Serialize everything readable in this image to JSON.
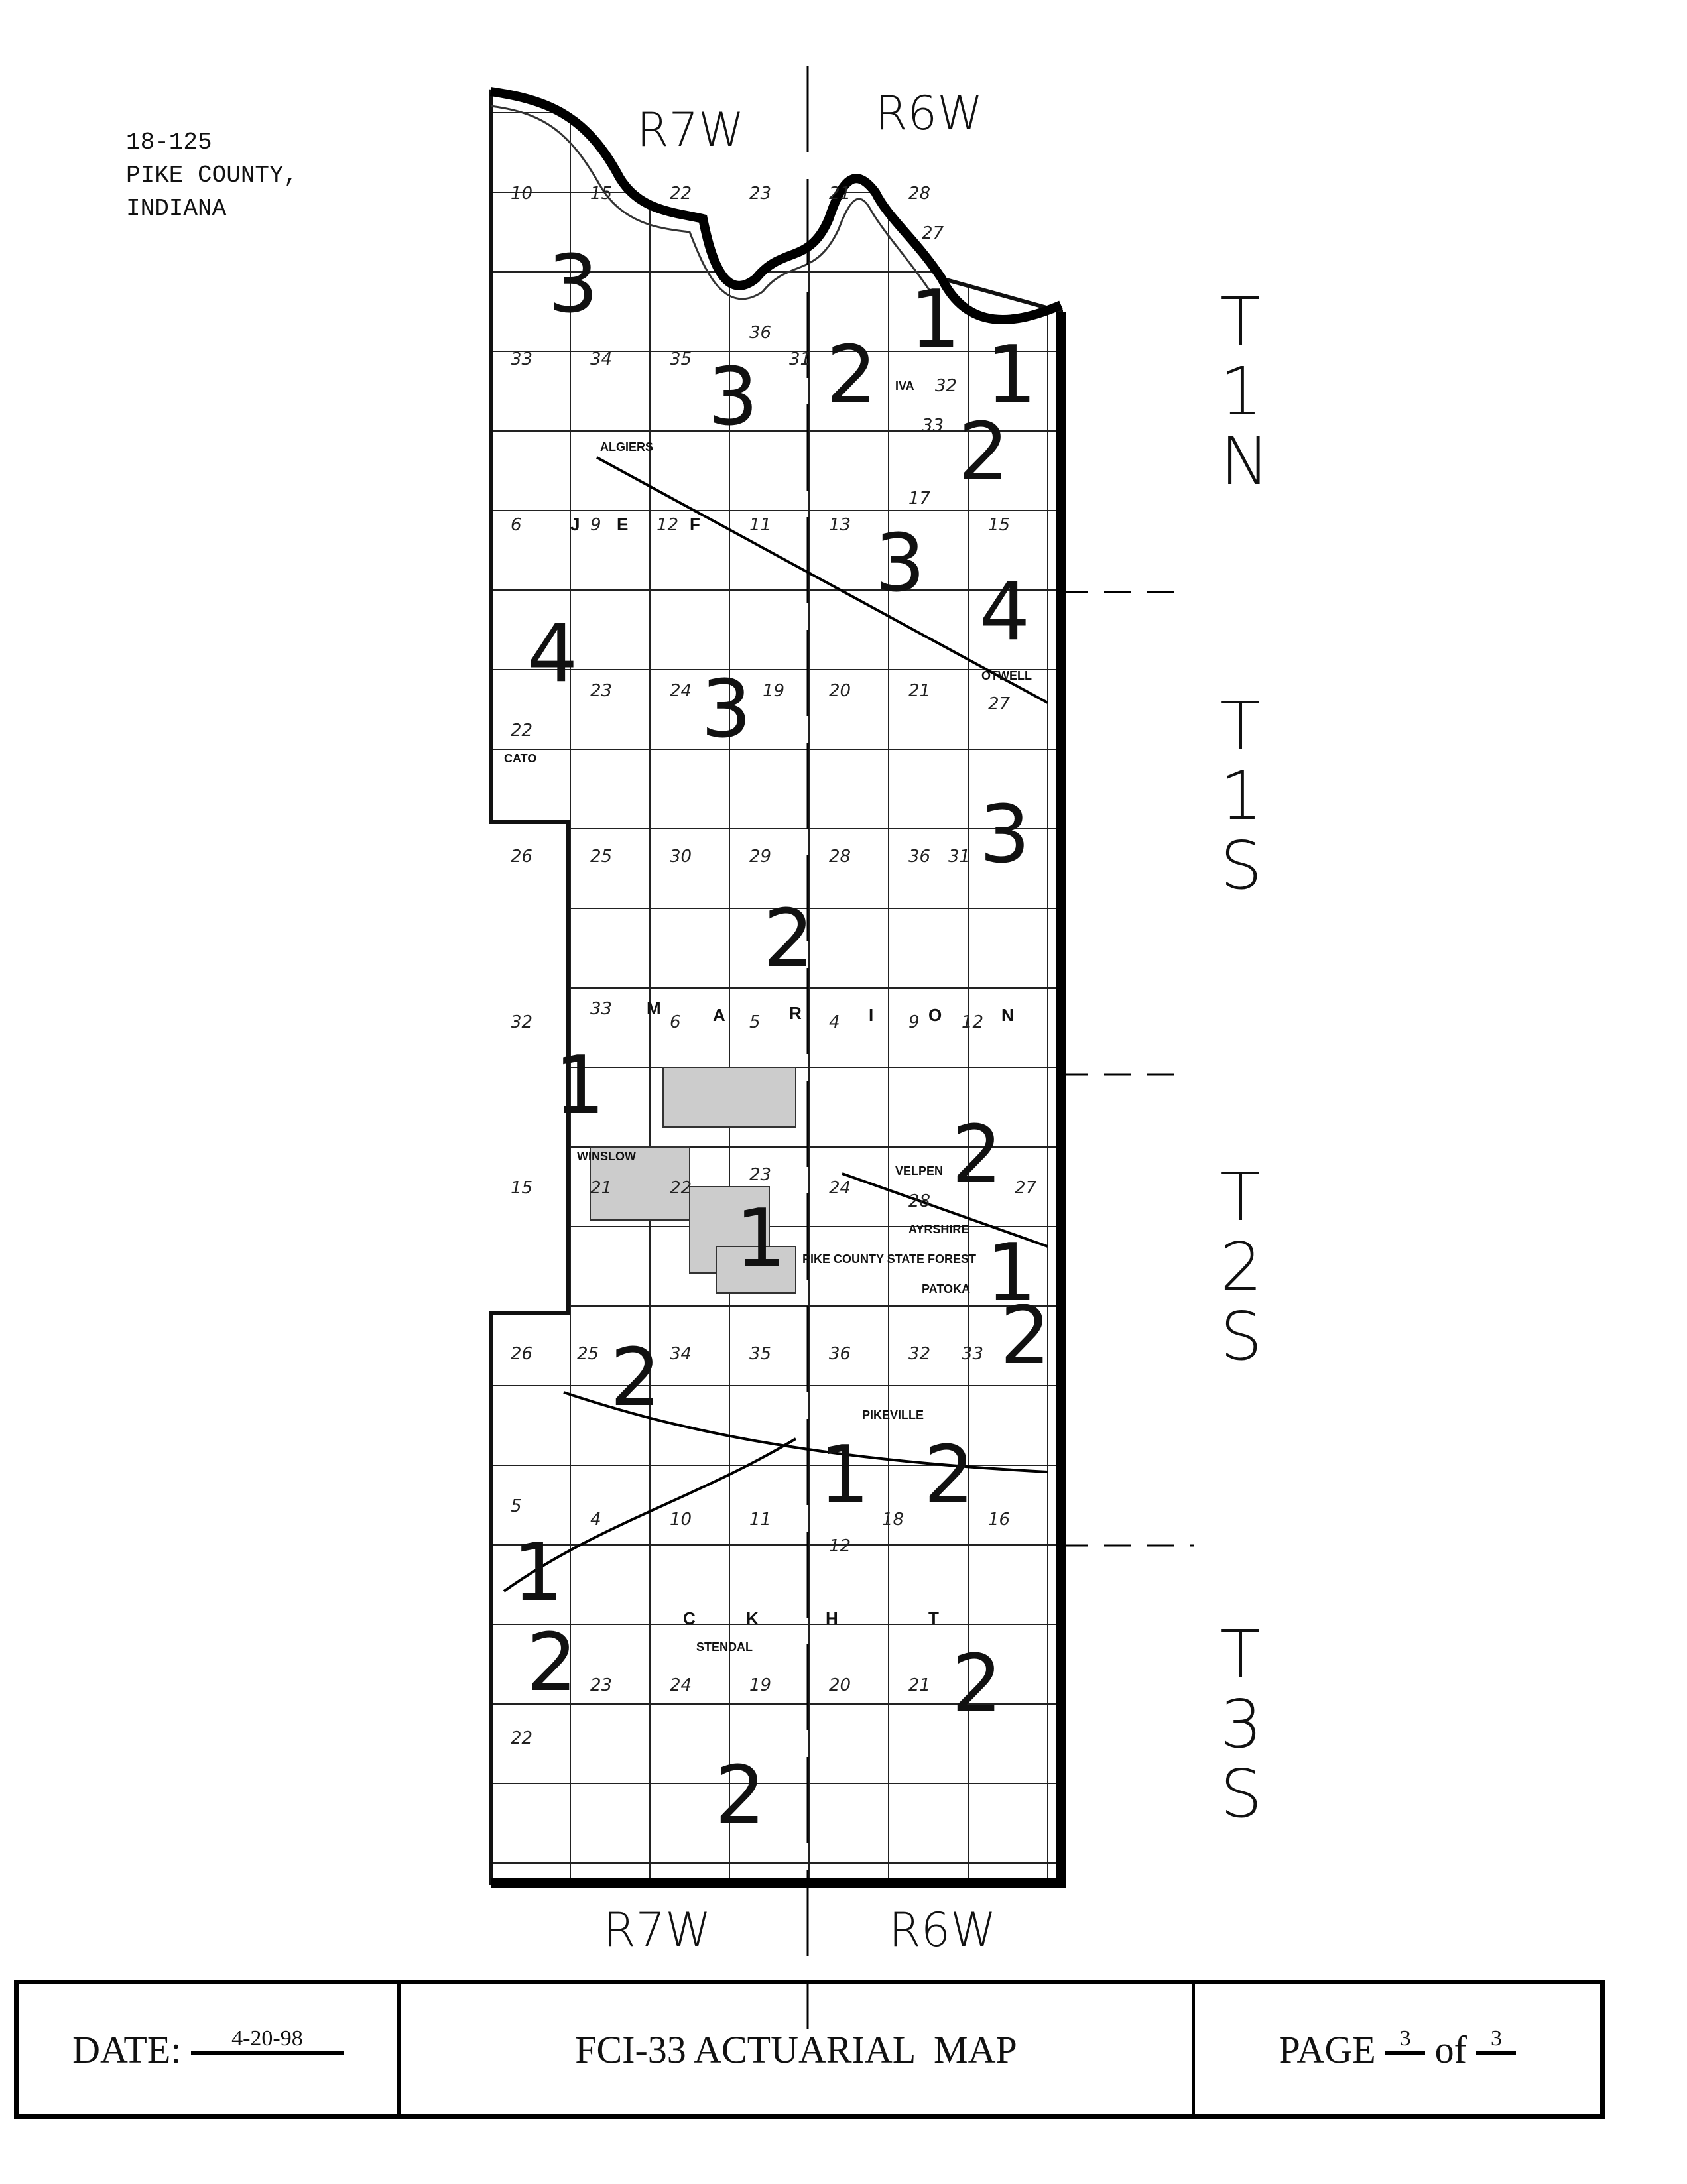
{
  "header": {
    "code": "18-125",
    "county": "PIKE COUNTY,",
    "state": "INDIANA"
  },
  "ranges": {
    "west": "R7W",
    "east": "R6W"
  },
  "townships": [
    {
      "t": "T",
      "n": "1",
      "d": "N"
    },
    {
      "t": "T",
      "n": "1",
      "d": "S"
    },
    {
      "t": "T",
      "n": "2",
      "d": "S"
    },
    {
      "t": "T",
      "n": "3",
      "d": "S"
    }
  ],
  "zones": [
    "3",
    "3",
    "2",
    "1",
    "1",
    "2",
    "3",
    "4",
    "4",
    "3",
    "3",
    "2",
    "1",
    "2",
    "1",
    "1",
    "2",
    "2",
    "1",
    "2",
    "1",
    "2",
    "2",
    "2"
  ],
  "sections": [
    "10",
    "15",
    "22",
    "23",
    "21",
    "28",
    "27",
    "33",
    "34",
    "35",
    "36",
    "31",
    "32",
    "33",
    "6",
    "9",
    "12",
    "11",
    "13",
    "17",
    "15",
    "22",
    "23",
    "24",
    "19",
    "20",
    "21",
    "27",
    "26",
    "25",
    "30",
    "29",
    "28",
    "36",
    "31",
    "32",
    "33",
    "6",
    "5",
    "4",
    "9",
    "12",
    "15",
    "21",
    "22",
    "23",
    "24",
    "28",
    "27",
    "26",
    "25",
    "34",
    "35",
    "36",
    "32",
    "33",
    "5",
    "4",
    "10",
    "11",
    "12",
    "18",
    "16",
    "22",
    "23",
    "24",
    "19",
    "20",
    "21"
  ],
  "places": [
    "ALGIERS",
    "OTWELL",
    "CATO",
    "WINSLOW",
    "VELPEN",
    "PIKE COUNTY STATE FOREST",
    "PATOKA",
    "PIKEVILLE",
    "STENDAL",
    "AYRSHIRE",
    "IVA",
    "M",
    "A",
    "R",
    "I",
    "O",
    "N",
    "J",
    "E",
    "F",
    "C",
    "K",
    "H",
    "T"
  ],
  "footer": {
    "date_label": "DATE:",
    "date_value": "4-20-98",
    "title": "FCI-33 ACTUARIAL  MAP",
    "page_label": "PAGE",
    "page_current": "3",
    "of_label": "of",
    "page_total": "3"
  }
}
